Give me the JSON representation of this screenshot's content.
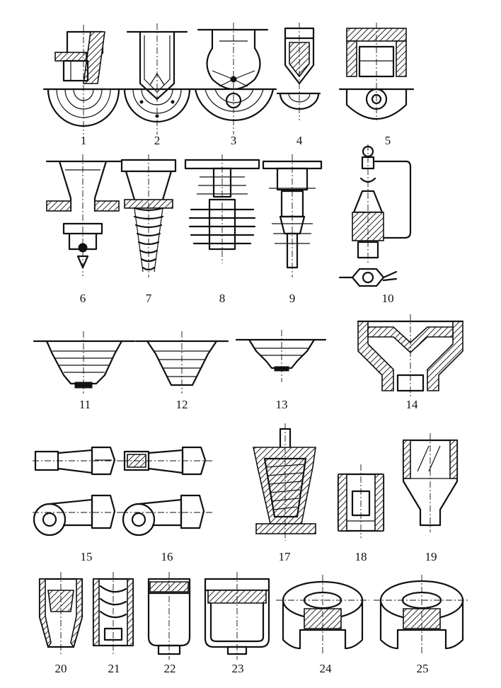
{
  "figure": {
    "labels": [
      "1",
      "2",
      "3",
      "4",
      "5",
      "6",
      "7",
      "8",
      "9",
      "10",
      "11",
      "12",
      "13",
      "14",
      "15",
      "16",
      "17",
      "18",
      "19",
      "20",
      "21",
      "22",
      "23",
      "24",
      "25"
    ]
  }
}
